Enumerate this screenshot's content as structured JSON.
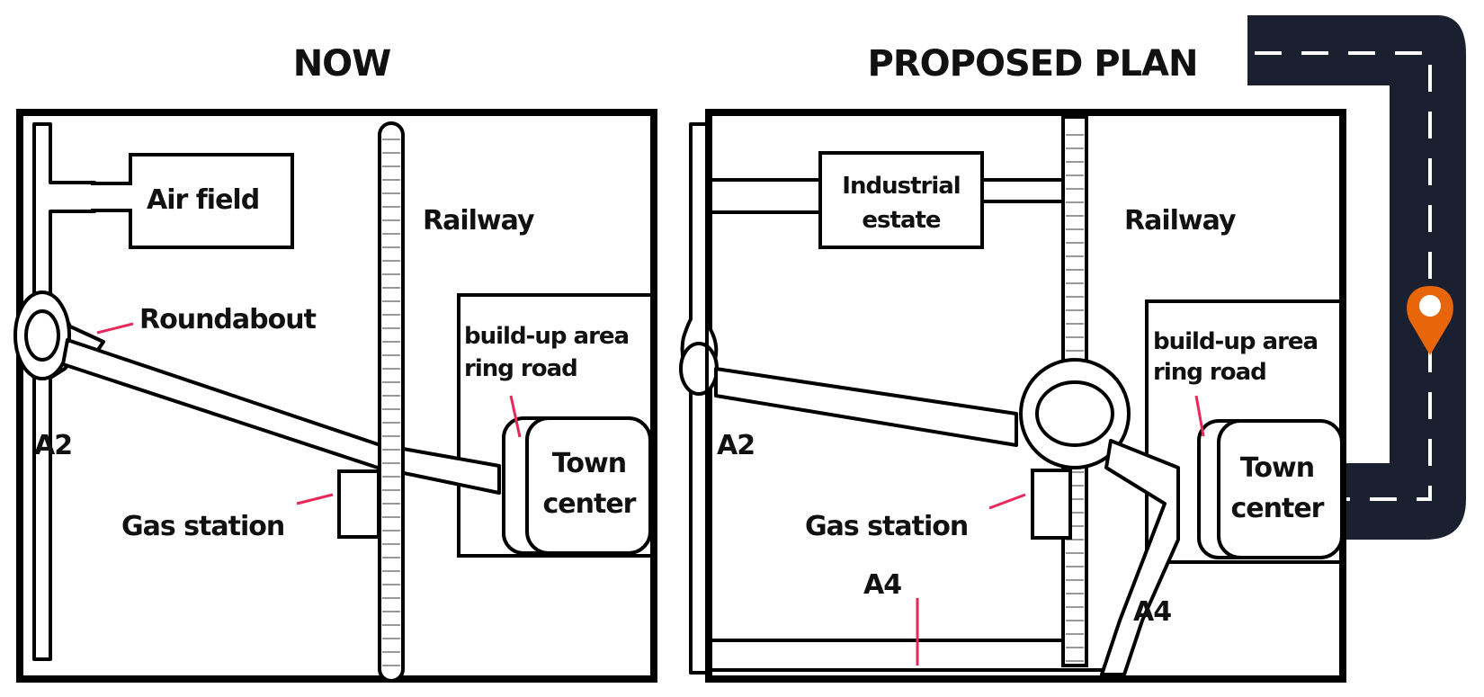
{
  "panels": {
    "now": {
      "title": "NOW",
      "labels": {
        "airfield": "Air field",
        "railway": "Railway",
        "roundabout": "Roundabout",
        "builtup_line1": "build-up area",
        "builtup_line2": "ring road",
        "a2": "A2",
        "town_line1": "Town",
        "town_line2": "center",
        "gas_station": "Gas station"
      }
    },
    "proposed": {
      "title": "PROPOSED PLAN",
      "labels": {
        "industrial_line1": "Industrial",
        "industrial_line2": "estate",
        "railway": "Railway",
        "builtup_line1": "build-up area",
        "builtup_line2": "ring road",
        "a2": "A2",
        "town_line1": "Town",
        "town_line2": "center",
        "gas_station": "Gas station",
        "a4_left": "A4",
        "a4_right": "A4"
      }
    }
  },
  "decoration": {
    "road_color": "#1b2030",
    "pin_color": "#e8650a",
    "pointer_color": "#e8285a"
  }
}
